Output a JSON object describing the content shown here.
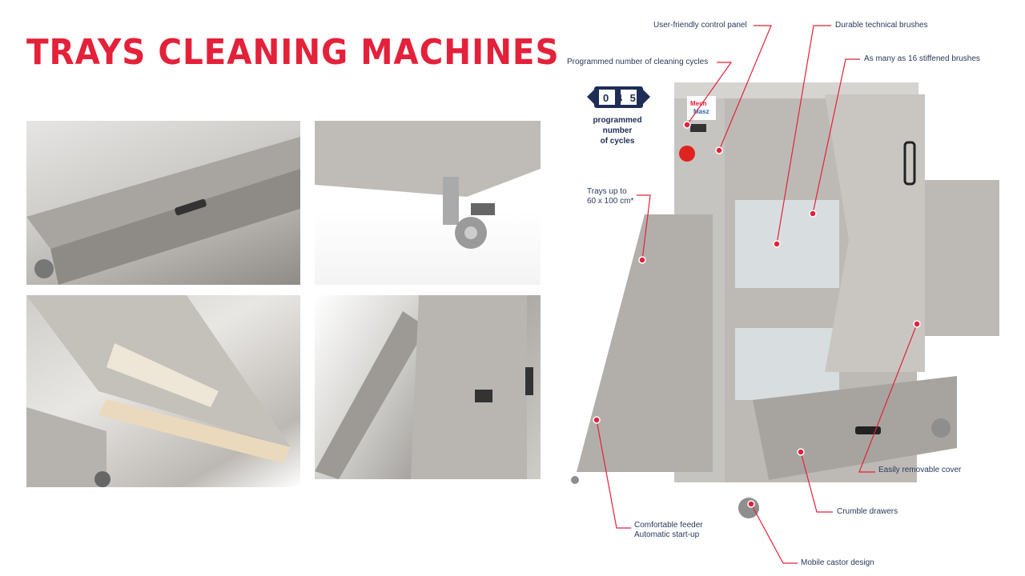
{
  "title": "TRAYS CLEANING MACHINES",
  "counter_icon": {
    "name": "cycle-counter-icon",
    "digits": "0 4 5"
  },
  "counter_caption": [
    "programmed",
    "number",
    "of cycles"
  ],
  "machine_brand": "Mech Masz",
  "callouts": {
    "control_panel": "User-friendly control panel",
    "cycles": "Programmed number of cleaning cycles",
    "brushes": "Durable technical brushes",
    "stiffened": "As many as 16 stiffened brushes",
    "trays_1": "Trays up to",
    "trays_2": "60 x 100 cm*",
    "cover": "Easily removable cover",
    "drawers": "Crumble drawers",
    "feeder_1": "Comfortable feeder",
    "feeder_2": "Automatic start-up",
    "castor": "Mobile castor design"
  },
  "colors": {
    "accent": "#e4213a",
    "label": "#2a3a5a",
    "steel": "#c9c7c4"
  }
}
